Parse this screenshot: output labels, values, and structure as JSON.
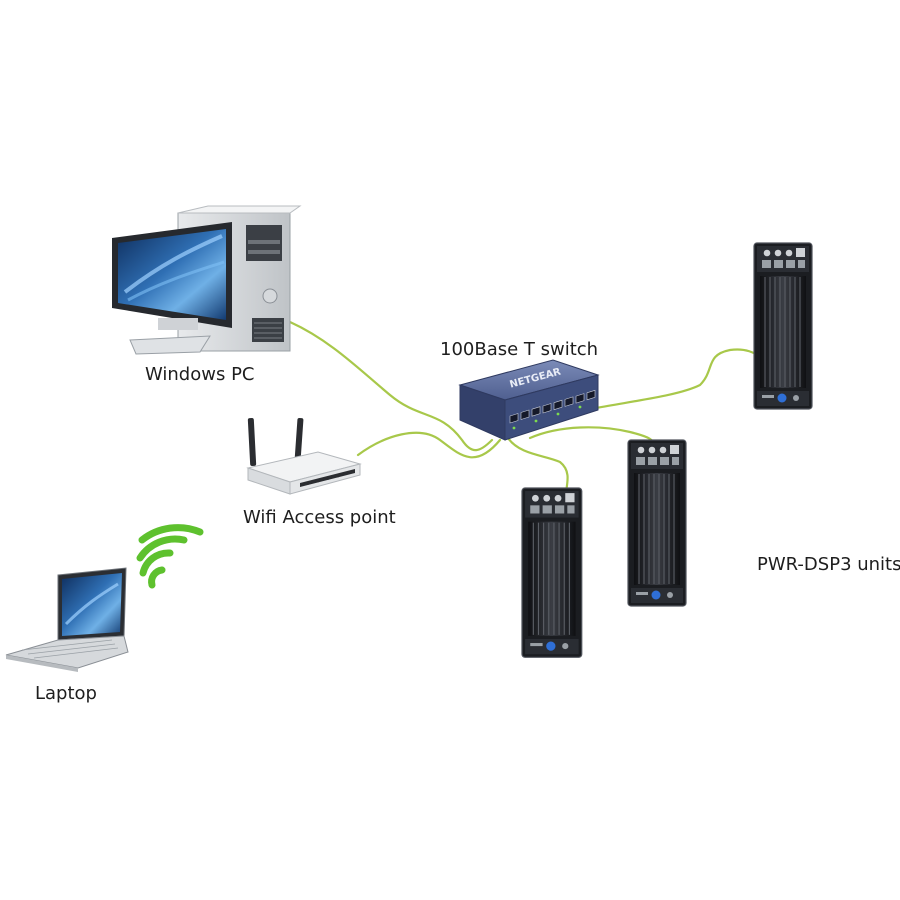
{
  "labels": {
    "windows_pc": "Windows PC",
    "switch": "100Base T switch",
    "wifi_ap": "Wifi Access point",
    "laptop": "Laptop",
    "units": "PWR-DSP3 units"
  },
  "switch_brand": "NETGEAR",
  "colors": {
    "cable": "#a8c84a",
    "wifi_signal": "#5ec12e",
    "switch_body": "#3d4d7c",
    "amplifier_body": "#1b1d21",
    "screen_blue": "#2f6fb4"
  },
  "icons": [
    "desktop-pc-icon",
    "network-switch-icon",
    "wifi-router-icon",
    "laptop-icon",
    "wifi-signal-icon",
    "amplifier-unit-icon"
  ]
}
